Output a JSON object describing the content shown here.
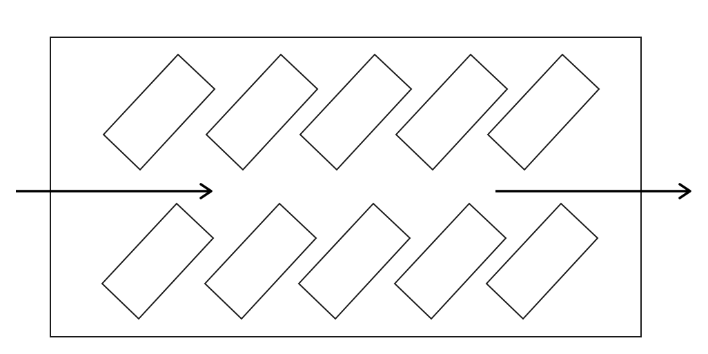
{
  "diagram": {
    "rows": [
      {
        "name": "top-row",
        "slat_count": 5
      },
      {
        "name": "bottom-row",
        "slat_count": 5
      }
    ],
    "arrows": [
      {
        "name": "inlet-arrow",
        "direction": "right"
      },
      {
        "name": "outlet-arrow",
        "direction": "right"
      }
    ],
    "colors": {
      "stroke": "#1a1a1a",
      "fill": "#ffffff",
      "arrow": "#000000"
    }
  }
}
